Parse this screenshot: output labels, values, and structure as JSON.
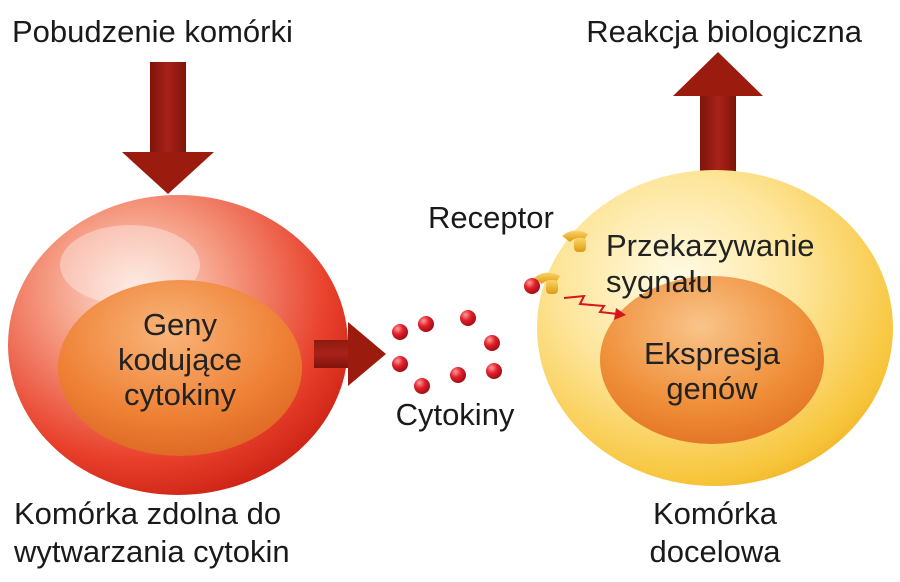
{
  "labels": {
    "stimulation": "Pobudzenie komórki",
    "biological_reaction": "Reakcja biologiczna",
    "genes_line1": "Geny",
    "genes_line2": "kodujące",
    "genes_line3": "cytokiny",
    "receptor": "Receptor",
    "signal_line1": "Przekazywanie",
    "signal_line2": "sygnału",
    "expression_line1": "Ekspresja",
    "expression_line2": "genów",
    "cytokines": "Cytokiny",
    "producer_line1": "Komórka zdolna do",
    "producer_line2": "wytwarzania cytokin",
    "target_line1": "Komórka",
    "target_line2": "docelowa"
  },
  "colors": {
    "arrow": "#9b1c0f",
    "producer_cell": "#e8402b",
    "producer_nucleus": "#e8762e",
    "target_cell": "#f7c53a",
    "target_nucleus": "#ee8a2d",
    "cytokine": "#d8141d",
    "receptor": "#f0b01c"
  }
}
